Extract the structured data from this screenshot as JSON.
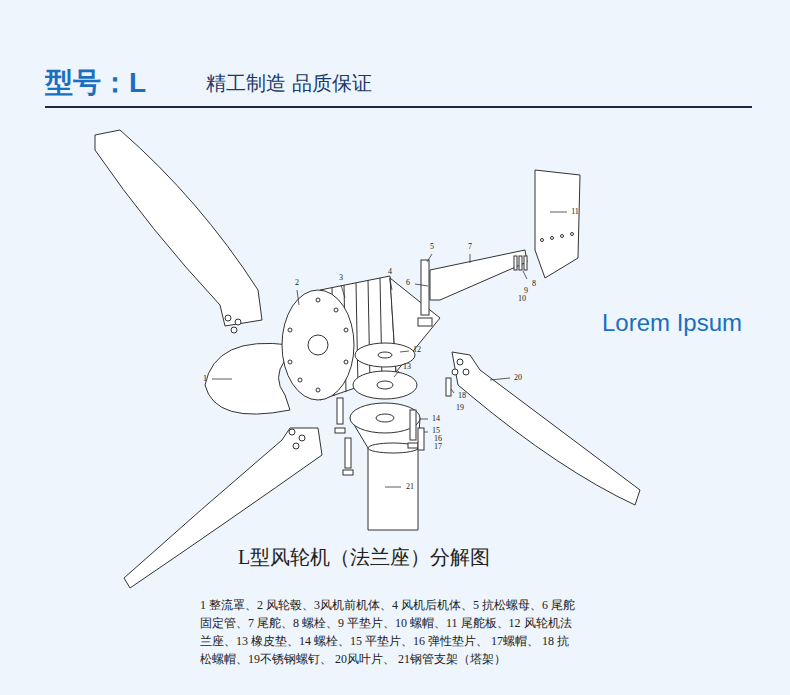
{
  "diagram": {
    "title": "型号：L",
    "caption": "L型风轮机（法兰座）分解图",
    "labels": [
      "精工制造 品质保证",
      "Lorem Ipsum",
      "1",
      "2",
      "3",
      "4",
      "5",
      "6",
      "7",
      "8",
      "9",
      "10",
      "11",
      "12",
      "13",
      "14",
      "15",
      "16",
      "17",
      "18",
      "19",
      "20",
      "21",
      "1 整流罩、2 风轮毂、3风机前机体、4 风机后机体、5 抗松螺母、6 尾舵固定管、7 尾舵、8 螺栓、9 平垫片、10 螺帽、11 尾舵板、12 风轮机法兰座、13 橡皮垫、14 螺栓、15 平垫片、16 弹性垫片、 17螺帽、 18 抗松螺帽、19不锈钢螺钉、 20风叶片、 21钢管支架（塔架）"
    ]
  }
}
